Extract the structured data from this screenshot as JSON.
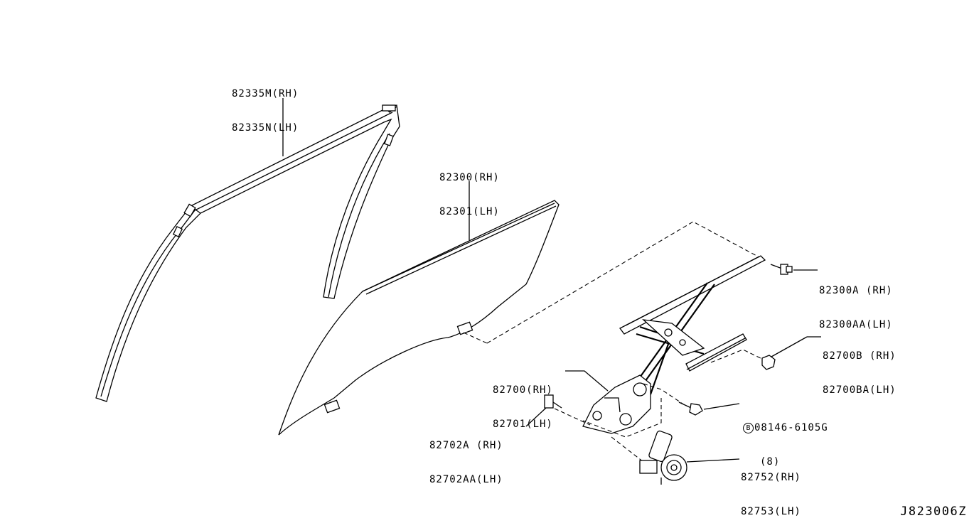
{
  "diagram": {
    "reference_code": "J823006Z",
    "labels": {
      "sash_rh": "82335M(RH)",
      "sash_lh": "82335N(LH)",
      "glass_rh": "82300(RH)",
      "glass_lh": "82301(LH)",
      "bolt_rh": "82300A (RH)",
      "bolt_lh": "82300AA(LH)",
      "nut_rh": "82700B (RH)",
      "nut_lh": "82700BA(LH)",
      "regulator_rh": "82700(RH)",
      "regulator_lh": "82701(LH)",
      "screw_prefix": "B",
      "screw_part": "08146-6105G",
      "screw_qty": "(8)",
      "grommet_rh": "82702A (RH)",
      "grommet_lh": "82702AA(LH)",
      "motor_rh": "82752(RH)",
      "motor_lh": "82753(LH)"
    }
  }
}
